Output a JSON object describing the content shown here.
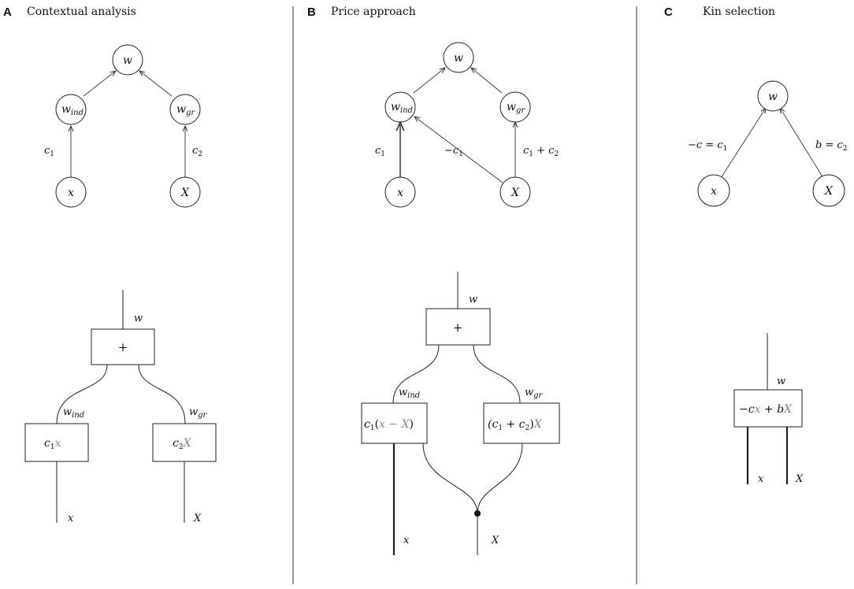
{
  "panels": {
    "A": {
      "letter": "A",
      "title": "Contextual analysis"
    },
    "B": {
      "letter": "B",
      "title": "Price approach"
    },
    "C": {
      "letter": "C",
      "title": "Kin selection"
    }
  },
  "graph_nodes": {
    "w": "w",
    "w_ind_base": "w",
    "w_ind_sub": "ind",
    "w_gr_base": "w",
    "w_gr_sub": "gr",
    "x": "x",
    "X": "X"
  },
  "edge_labels": {
    "A_c1_base": "c",
    "A_c1_sub": "1",
    "A_c2_base": "c",
    "A_c2_sub": "2",
    "B_c1_base": "c",
    "B_c1_sub": "1",
    "B_neg_c1": "−c",
    "B_neg_c1_sub": "1",
    "B_c1c2_a": "c",
    "B_c1c2_a_sub": "1",
    "B_c1c2_plus": " + c",
    "B_c1c2_b_sub": "2",
    "C_left": "−c = c",
    "C_left_sub": "1",
    "C_right": "b = c",
    "C_right_sub": "2"
  },
  "string_diagrams": {
    "plus": "+",
    "w_label": "w",
    "A_box1_coef": "c",
    "A_box1_sub": "1",
    "A_box1_var": "x",
    "A_box2_coef": "c",
    "A_box2_sub": "2",
    "A_box2_var": "X",
    "B_box1_pre": "c",
    "B_box1_sub": "1",
    "B_box1_open": "(",
    "B_box1_mid": "x − X",
    "B_box1_close": ")",
    "B_box2_pre": "(c",
    "B_box2_sub1": "1",
    "B_box2_plus": " + c",
    "B_box2_sub2": "2",
    "B_box2_close": ")",
    "B_box2_var": "X",
    "C_box_a": "−c",
    "C_box_x": "x",
    "C_box_b": " + b",
    "C_box_X": "X",
    "x_label": "x",
    "X_label": "X"
  }
}
